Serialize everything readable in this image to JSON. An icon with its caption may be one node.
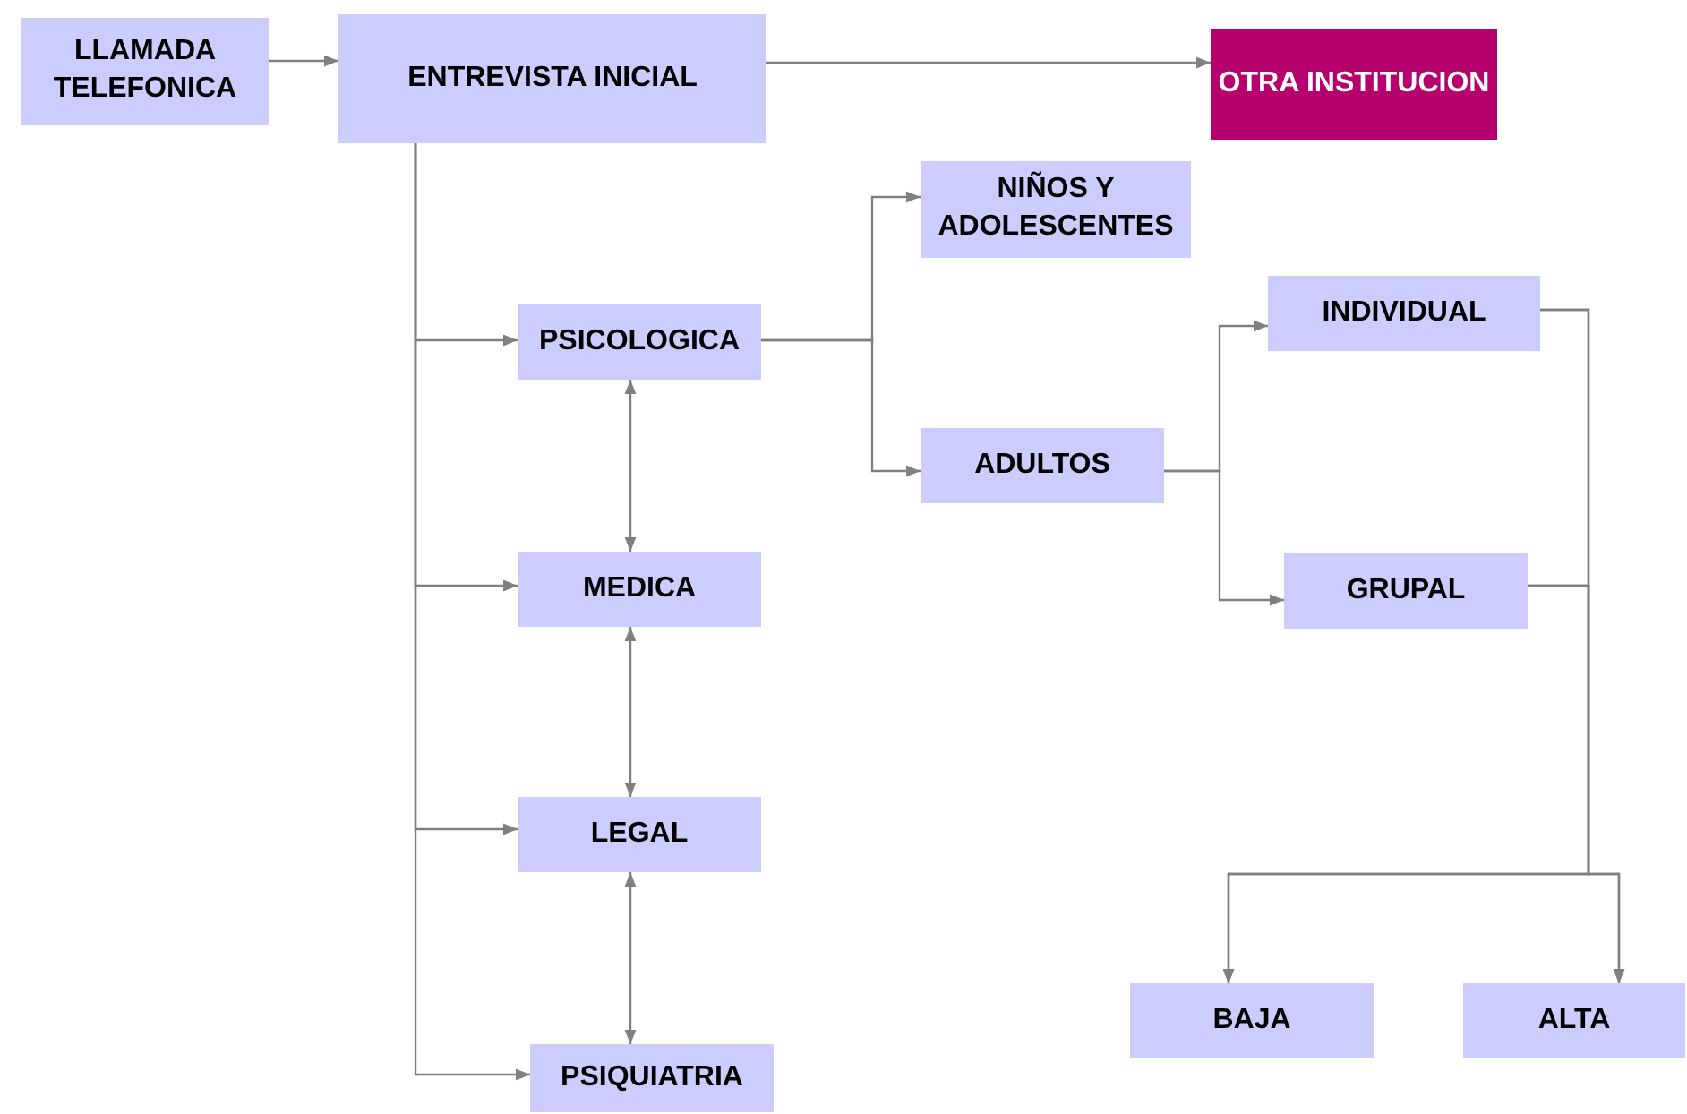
{
  "diagram": {
    "nodes": [
      {
        "text": [
          "LLAMADA TELEFONICA"
        ]
      },
      {
        "text": [
          "ENTREVISTA INICIAL"
        ]
      },
      {
        "text": [
          "OTRA INSTITUCION"
        ]
      },
      {
        "text": [
          "PSICOLOGICA"
        ]
      },
      {
        "text": [
          "NIÑOS Y ADOLESCENTES"
        ]
      },
      {
        "text": [
          "ADULTOS"
        ]
      },
      {
        "text": [
          "INDIVIDUAL"
        ]
      },
      {
        "text": [
          "MEDICA"
        ]
      },
      {
        "text": [
          "GRUPAL"
        ]
      },
      {
        "text": [
          "LEGAL"
        ]
      },
      {
        "text": [
          "BAJA"
        ]
      },
      {
        "text": [
          "ALTA"
        ]
      },
      {
        "text": [
          "PSIQUIATRIA"
        ]
      }
    ],
    "edges": [
      {
        "from": 0,
        "to": 1,
        "arrow": "to"
      },
      {
        "from": 1,
        "to": 2,
        "arrow": "to"
      },
      {
        "from": 1,
        "to": 3,
        "arrow": "to"
      },
      {
        "from": 1,
        "to": 7,
        "arrow": "to"
      },
      {
        "from": 1,
        "to": 9,
        "arrow": "to"
      },
      {
        "from": 1,
        "to": 12,
        "arrow": "to"
      },
      {
        "from": 3,
        "to": 4,
        "arrow": "to"
      },
      {
        "from": 3,
        "to": 5,
        "arrow": "to"
      },
      {
        "from": 3,
        "to": 7,
        "arrow": "both"
      },
      {
        "from": 7,
        "to": 9,
        "arrow": "both"
      },
      {
        "from": 9,
        "to": 12,
        "arrow": "both"
      },
      {
        "from": 5,
        "to": 6,
        "arrow": "to"
      },
      {
        "from": 5,
        "to": 8,
        "arrow": "to"
      },
      {
        "from": 6,
        "to": 10,
        "arrow": "to"
      },
      {
        "from": 6,
        "to": 11,
        "arrow": "to"
      },
      {
        "from": 8,
        "to": 10,
        "arrow": "to"
      },
      {
        "from": 8,
        "to": 11,
        "arrow": "to"
      }
    ]
  }
}
